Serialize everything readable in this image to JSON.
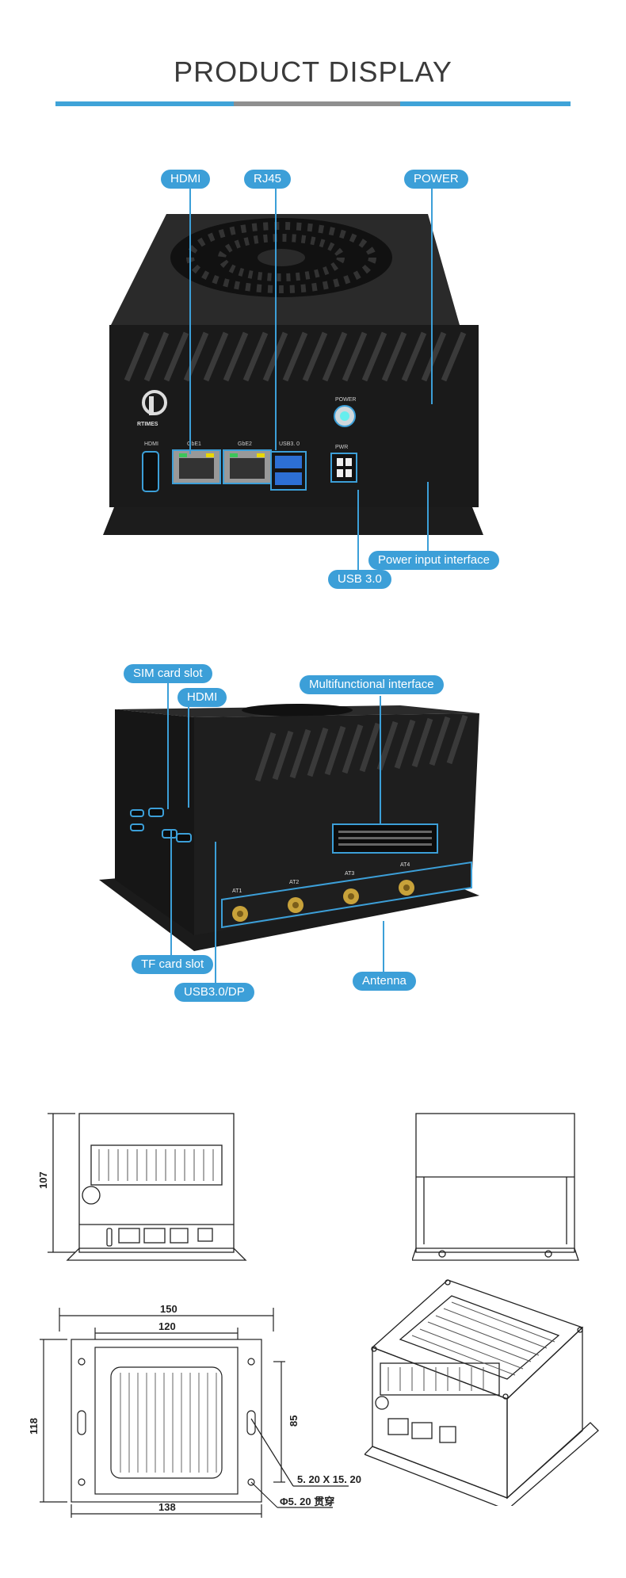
{
  "header": {
    "title": "PRODUCT DISPLAY"
  },
  "colors": {
    "accent": "#3c9fd8",
    "divider_mid": "#8f8f8f",
    "device_body": "#1a1a1a"
  },
  "front_view": {
    "callouts": {
      "hdmi": "HDMI",
      "rj45": "RJ45",
      "power": "POWER",
      "power_input": "Power input interface",
      "usb": "USB 3.0"
    },
    "panel_labels": {
      "brand": "RTIMES",
      "hdmi": "HDMI",
      "gbe1": "GbE1",
      "gbe2": "GbE2",
      "usb": "USB3. 0",
      "power": "POWER",
      "pwr": "PWR"
    }
  },
  "side_view": {
    "callouts": {
      "sim": "SIM card slot",
      "hdmi": "HDMI",
      "multi": "Multifunctional interface",
      "tf": "TF card slot",
      "usbdp": "USB3.0/DP",
      "antenna": "Antenna"
    },
    "antenna_labels": [
      "AT1",
      "AT2",
      "AT3",
      "AT4"
    ]
  },
  "drawings": {
    "front_height": "107",
    "top_width_outer": "150",
    "top_width_inner": "120",
    "top_depth": "118",
    "hole_spacing": "85",
    "base_width": "138",
    "slot_size": "5. 20  X  15. 20",
    "hole_dia": "Φ5. 20  贯穿"
  }
}
